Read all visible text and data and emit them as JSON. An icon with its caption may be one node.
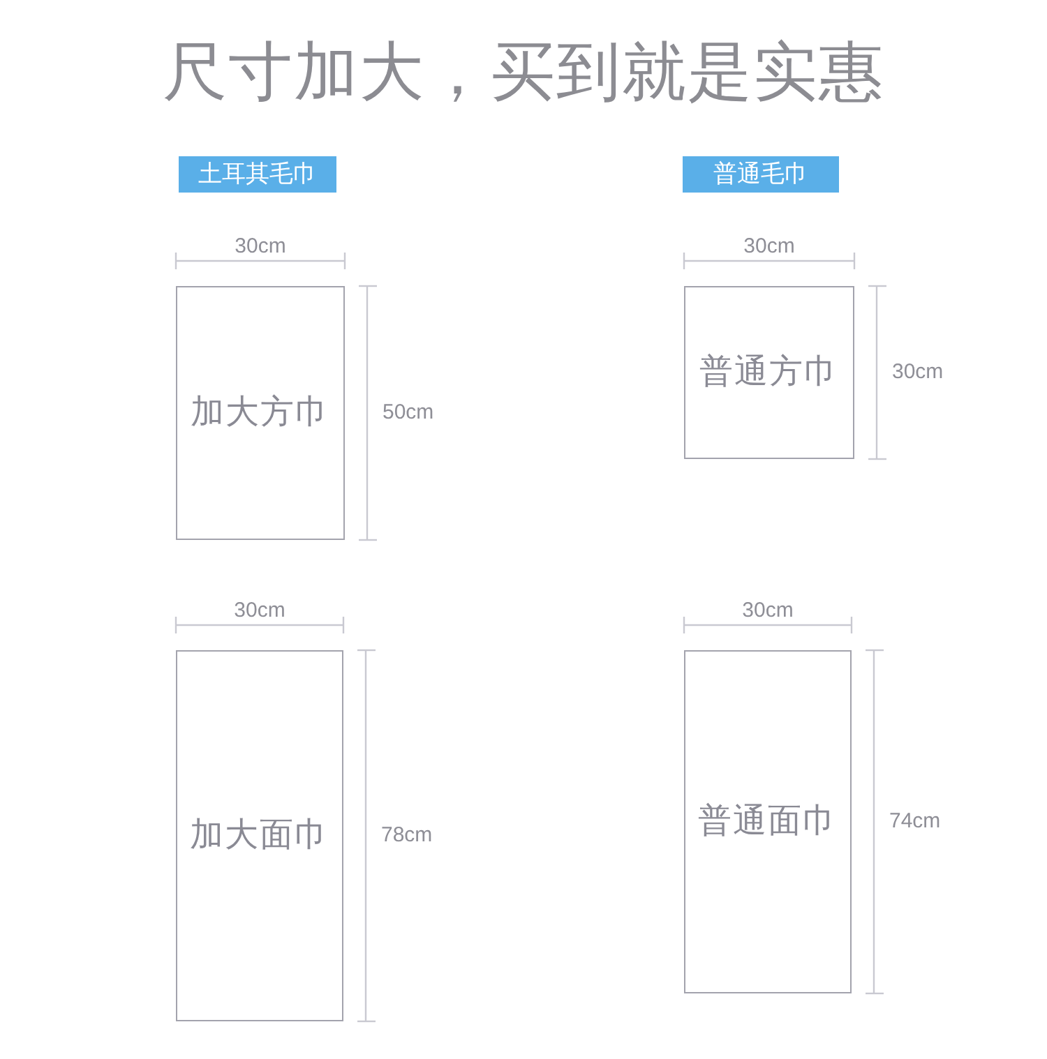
{
  "diagram": {
    "title": "尺寸加大，买到就是实惠",
    "nodes": [
      {
        "text": [
          "土耳其毛巾"
        ]
      },
      {
        "text": [
          "普通毛巾"
        ]
      },
      {
        "text": [
          "加大方巾"
        ],
        "beside": [
          "30cm",
          "50cm"
        ]
      },
      {
        "text": [
          "普通方巾"
        ],
        "beside": [
          "30cm",
          "30cm"
        ]
      },
      {
        "text": [
          "加大面巾"
        ],
        "beside": [
          "30cm",
          "78cm"
        ]
      },
      {
        "text": [
          "普通面巾"
        ],
        "beside": [
          "30cm",
          "74cm"
        ]
      }
    ]
  }
}
